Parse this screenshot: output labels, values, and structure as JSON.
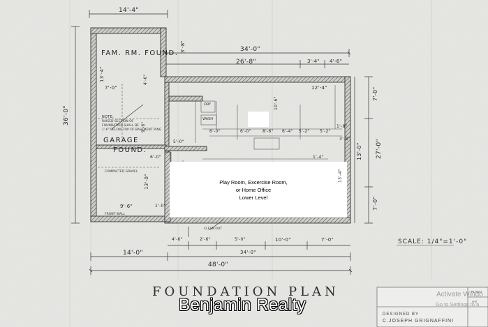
{
  "plan": {
    "title": "FOUNDATION PLAN",
    "scale": "SCALE: 1/4\"=1'-0\"",
    "watermark": "Benjamin Realty",
    "overlay_lines": [
      "Play Room, Excercise Room,",
      "or Home Office",
      "Lower Level"
    ],
    "rooms": {
      "family_room": "FAM. RM. FOUND.",
      "garage": "GARAGE",
      "garage_2": "FOUND."
    },
    "dimensions": {
      "top_wing": "14'-4\"",
      "overall_top": "34'-0\"",
      "top_26": "26'-8\"",
      "top_3_4": "3'-4\"",
      "top_4_6": "4'-6\"",
      "left_36": "36'-0\"",
      "left_3_8": "3'-8\"",
      "left_13_4": "13'-4\"",
      "left_7_0": "7'-0\"",
      "right_7_0": "7'-0\"",
      "right_27": "27'-0\"",
      "right_13": "13'-0\"",
      "right_7_0b": "7'-0\"",
      "right_12_4": "12'-4\"",
      "bottom_14": "14'-0\"",
      "bottom_48": "48'-0\"",
      "bottom_34": "34'-0\"",
      "bottom_10": "10'-0\"",
      "bottom_7_0": "7'-0\"",
      "bottom_4_6": "4'-6\"",
      "bottom_2_6": "2'-6\"",
      "bottom_5_0": "5'-0\"",
      "garage_9_6": "9'-6\"",
      "garage_4_6": "4'-6\"",
      "garage_13_0": "13'-0\"",
      "garage_6_0": "6'-0\"",
      "garage_1_0": "1'-0\"",
      "garage_5_0": "5'-0\"",
      "mid_6_0": "6'-0\"",
      "mid_6_0b": "6'-0\"",
      "mid_8_6": "8'-6\"",
      "mid_6_4": "6'-4\"",
      "mid_5_2": "5'-2\"",
      "mid_5_2b": "5'-2\"",
      "mid_10_6": "10'-6\"",
      "mid_1_4": "1'-4\"",
      "mid_3_8": "3'-8\"",
      "mid_1_8": "1'-8\"",
      "mid_9_6": "9'-6\"",
      "mid_13_4": "13'-4\""
    },
    "notes": {
      "note_header": "NOTE:",
      "note_body": [
        "RAISED SECTION OF",
        "FOUNDATION SHALL BE",
        "1'-6\" BELOW TOP OF BASEMENT RING"
      ],
      "dry": "DRY",
      "wash": "WASH",
      "cleanout": "CLEAN OUT",
      "front_wall": "FRONT WALL",
      "compacted_gravel": "COMPACTED GRAVEL"
    },
    "title_block": {
      "designed_by": "DESIGNED BY",
      "designer": "C.JOSEPH GRIGNAFFINI",
      "sheet_label": "PLAN 2",
      "sheet_small": "A-2"
    },
    "activation": [
      "Activate Windo",
      "Go to Settings to a"
    ]
  }
}
